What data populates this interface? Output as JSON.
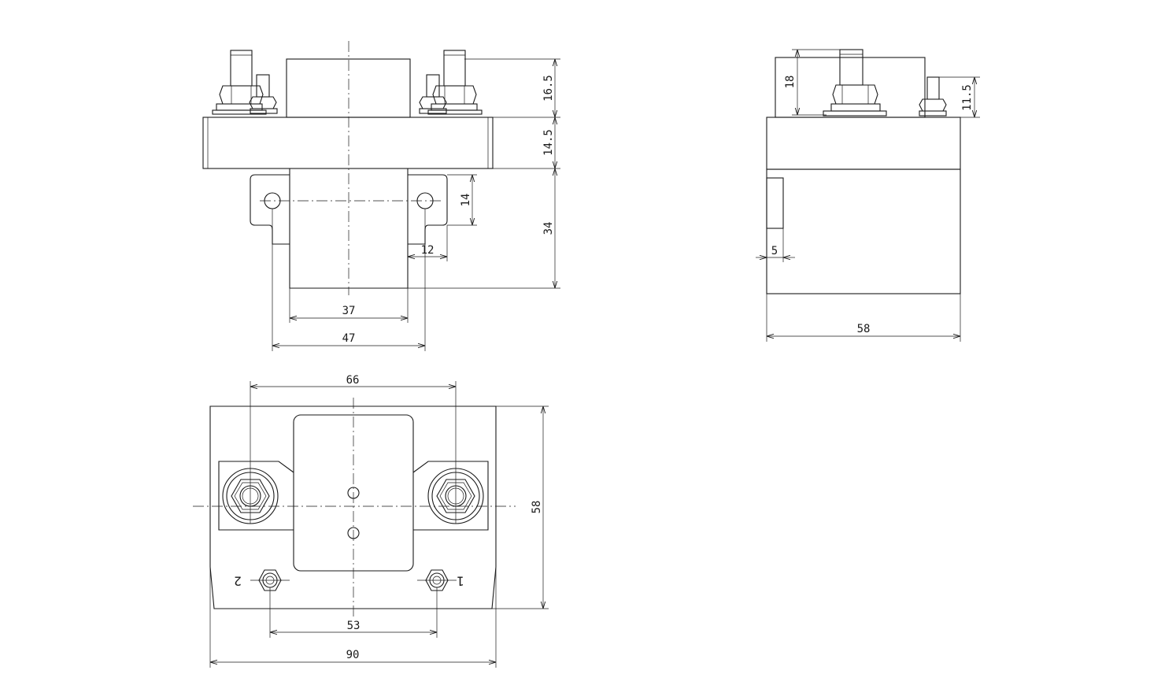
{
  "dimensions": {
    "front_top_height": "16.5",
    "front_flange_height": "14.5",
    "front_body_height": "34",
    "front_bracket_height": "14",
    "front_bracket_width": "12",
    "front_body_width": "37",
    "front_hole_spacing": "47",
    "side_stud_height": "18",
    "side_small_stud_height": "11.5",
    "side_tab_width": "5",
    "side_width": "58",
    "top_stud_spacing": "66",
    "top_depth": "58",
    "top_small_stud_spacing": "53",
    "top_width": "90"
  },
  "terminal_labels": {
    "left": "2",
    "right": "1"
  }
}
